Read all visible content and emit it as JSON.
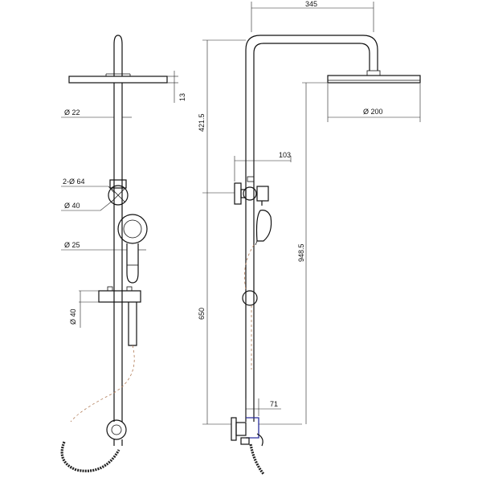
{
  "front_view": {
    "dims": {
      "d22": "Ø 22",
      "d64": "2-Ø 64",
      "d40_valve": "Ø 40",
      "d25": "Ø 25",
      "d40_bracket": "Ø 40",
      "h13": "13"
    }
  },
  "side_view": {
    "dims": {
      "w345": "345",
      "h421": "421.5",
      "w103": "103",
      "d200": "Ø 200",
      "h948": "948.5",
      "h650": "650",
      "w71": "71"
    }
  },
  "colors": {
    "line": "#111111",
    "hose_path": "#b07a55",
    "accent": "#2a2f9e"
  }
}
